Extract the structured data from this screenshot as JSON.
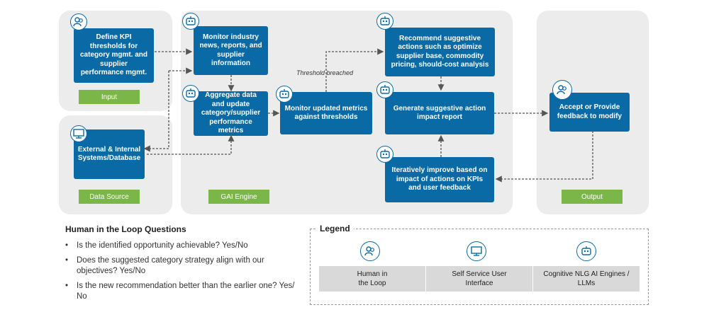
{
  "panels": {
    "input_tag": "Input",
    "datasource_tag": "Data Source",
    "engine_tag": "GAI Engine",
    "output_tag": "Output"
  },
  "boxes": {
    "define_kpi": "Define KPI thresholds for category mgmt. and supplier performance mgmt.",
    "external_systems": "External & Internal Systems/Database",
    "monitor_news": "Monitor industry news, reports, and supplier information",
    "aggregate_data": "Aggregate data and update category/supplier performance metrics",
    "monitor_metrics": "Monitor updated metrics against thresholds",
    "recommend_actions": "Recommend suggestive actions such as optimize supplier base, commodity pricing, should-cost analysis",
    "generate_report": "Generate suggestive action impact report",
    "iteratively_improve": "Iteratively improve based on impact of actions on KPIs and user feedback",
    "accept_feedback": "Accept or Provide feedback to modify"
  },
  "threshold_label": "Threshold breached",
  "hitl": {
    "title": "Human in the Loop Questions",
    "questions": [
      "Is the identified opportunity achievable? Yes/No",
      "Does the suggested category strategy align with our objectives? Yes/No",
      "Is the new recommendation better than the earlier one? Yes/ No"
    ]
  },
  "legend": {
    "title": "Legend",
    "items": [
      "Human in\nthe Loop",
      "Self Service User\nInterface",
      "Cognitive NLG AI Engines /\nLLMs"
    ]
  },
  "colors": {
    "box": "#0a6aa5",
    "tag": "#7ab648",
    "panel": "#ececec"
  }
}
